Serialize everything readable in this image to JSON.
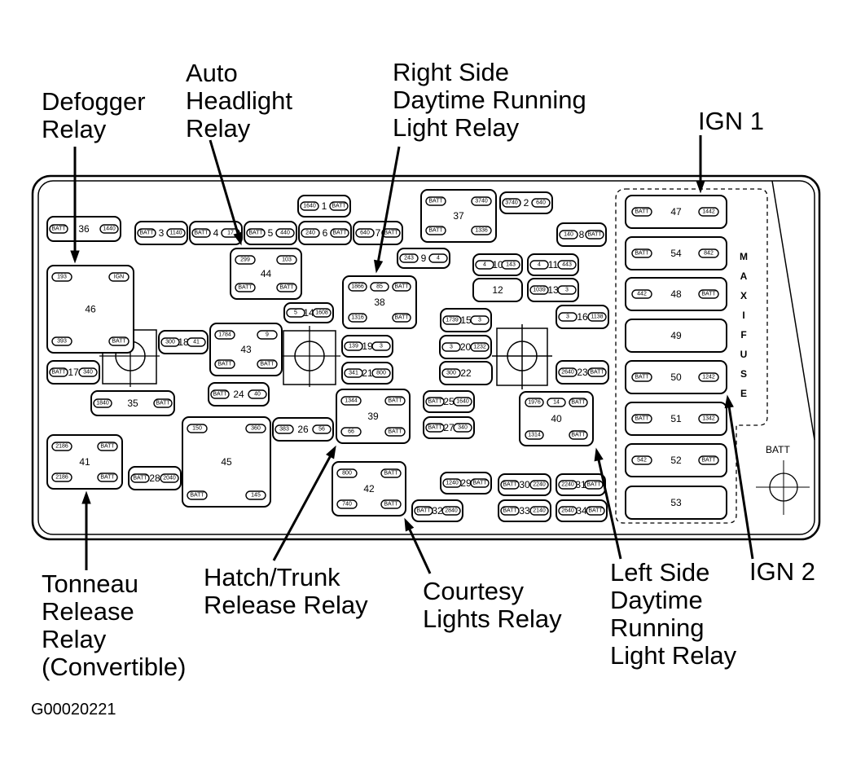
{
  "title": "Fuse and relay center layout",
  "figure_id": "G00020221",
  "callouts": {
    "defogger": "Defogger\nRelay",
    "auto_headlight": "Auto\nHeadlight\nRelay",
    "right_drl": "Right Side\nDaytime Running\nLight Relay",
    "ign1": "IGN 1",
    "tonneau": "Tonneau\nRelease\nRelay\n(Convertible)",
    "hatch": "Hatch/Trunk\nRelease Relay",
    "courtesy": "Courtesy\nLights Relay",
    "left_drl": "Left Side\nDaytime\nRunning\nLight Relay",
    "ign2": "IGN 2"
  },
  "maxi_fuse_label": [
    "M",
    "A",
    "X",
    "I",
    "F",
    "U",
    "S",
    "E"
  ],
  "batt_label": "BATT",
  "cells": [
    {
      "id": "1",
      "pins": [
        "1640",
        "BATT"
      ]
    },
    {
      "id": "2",
      "pins": [
        "3740",
        "640"
      ]
    },
    {
      "id": "3",
      "pins": [
        "BATT",
        "1140"
      ]
    },
    {
      "id": "4",
      "pins": [
        "BATT",
        "17"
      ]
    },
    {
      "id": "5",
      "pins": [
        "BATT",
        "440"
      ]
    },
    {
      "id": "6",
      "pins": [
        "240",
        "BATT"
      ]
    },
    {
      "id": "7",
      "pins": [
        "640",
        "BATT"
      ]
    },
    {
      "id": "8",
      "pins": [
        "140",
        "BATT"
      ]
    },
    {
      "id": "9",
      "pins": [
        "243",
        "4"
      ]
    },
    {
      "id": "10",
      "pins": [
        "4",
        "143"
      ]
    },
    {
      "id": "11",
      "pins": [
        "4",
        "443"
      ]
    },
    {
      "id": "12",
      "pins": []
    },
    {
      "id": "13",
      "pins": [
        "1039",
        "3"
      ]
    },
    {
      "id": "14",
      "pins": [
        "5",
        "1608"
      ]
    },
    {
      "id": "15",
      "pins": [
        "1739",
        "3"
      ]
    },
    {
      "id": "16",
      "pins": [
        "3",
        "1138"
      ]
    },
    {
      "id": "17",
      "pins": [
        "BATT",
        "340"
      ]
    },
    {
      "id": "18",
      "pins": [
        "300",
        "41"
      ]
    },
    {
      "id": "19",
      "pins": [
        "139",
        "3"
      ]
    },
    {
      "id": "20",
      "pins": [
        "3",
        "1232"
      ]
    },
    {
      "id": "21",
      "pins": [
        "341",
        "800"
      ]
    },
    {
      "id": "22",
      "pins": [
        "300"
      ]
    },
    {
      "id": "23",
      "pins": [
        "2640",
        "BATT"
      ]
    },
    {
      "id": "24",
      "pins": [
        "BATT",
        "40"
      ]
    },
    {
      "id": "25",
      "pins": [
        "BATT",
        "1640"
      ]
    },
    {
      "id": "26",
      "pins": [
        "383",
        "56"
      ]
    },
    {
      "id": "27",
      "pins": [
        "BATT",
        "340"
      ]
    },
    {
      "id": "28",
      "pins": [
        "BATT",
        "2040"
      ]
    },
    {
      "id": "29",
      "pins": [
        "1240",
        "BATT"
      ]
    },
    {
      "id": "30",
      "pins": [
        "BATT",
        "2240"
      ]
    },
    {
      "id": "31",
      "pins": [
        "2240",
        "BATT"
      ]
    },
    {
      "id": "32",
      "pins": [
        "BATT",
        "2840"
      ]
    },
    {
      "id": "33",
      "pins": [
        "BATT",
        "2140"
      ]
    },
    {
      "id": "34",
      "pins": [
        "2640",
        "BATT"
      ]
    },
    {
      "id": "35",
      "pins": [
        "1840",
        "BATT"
      ]
    },
    {
      "id": "36",
      "pins": [
        "BATT",
        "1440"
      ]
    },
    {
      "id": "37",
      "pins": [
        "BATT",
        "3740",
        "BATT",
        "1336"
      ]
    },
    {
      "id": "38",
      "pins": [
        "1866",
        "85",
        "BATT",
        "1316",
        "BATT"
      ]
    },
    {
      "id": "39",
      "pins": [
        "1344",
        "BATT",
        "66",
        "BATT"
      ]
    },
    {
      "id": "40",
      "pins": [
        "1976",
        "14",
        "BATT",
        "1314",
        "BATT"
      ]
    },
    {
      "id": "41",
      "pins": [
        "2186",
        "BATT",
        "2186",
        "BATT"
      ]
    },
    {
      "id": "42",
      "pins": [
        "800",
        "BATT",
        "740",
        "BATT"
      ]
    },
    {
      "id": "43",
      "pins": [
        "1784",
        "9",
        "BATT",
        "BATT"
      ]
    },
    {
      "id": "44",
      "pins": [
        "299",
        "103",
        "BATT",
        "BATT"
      ]
    },
    {
      "id": "45",
      "pins": [
        "150",
        "360",
        "BATT",
        "145"
      ]
    },
    {
      "id": "46",
      "pins": [
        "193",
        "IGN",
        "393",
        "BATT"
      ]
    },
    {
      "id": "47",
      "pins": [
        "BATT",
        "1442"
      ]
    },
    {
      "id": "48",
      "pins": [
        "442",
        "BATT"
      ]
    },
    {
      "id": "49",
      "pins": []
    },
    {
      "id": "50",
      "pins": [
        "BATT",
        "1242"
      ]
    },
    {
      "id": "51",
      "pins": [
        "BATT",
        "1342"
      ]
    },
    {
      "id": "52",
      "pins": [
        "542",
        "BATT"
      ]
    },
    {
      "id": "53",
      "pins": []
    },
    {
      "id": "54",
      "pins": [
        "BATT",
        "842"
      ]
    }
  ]
}
